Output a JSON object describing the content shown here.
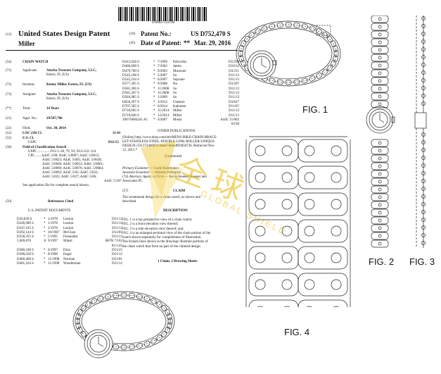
{
  "barcode_number": "US00D752470S",
  "header": {
    "code12": "(12)",
    "title": "United States Design Patent",
    "inventor_short": "Miller",
    "code10": "(10)",
    "patent_no_label": "Patent No.:",
    "patent_no": "US D752,470 S",
    "code45": "(45)",
    "date_label": "Date of Patent:",
    "date_mark": "**",
    "date": "Mar. 29, 2016"
  },
  "fields": [
    {
      "code": "(54)",
      "label": "",
      "value": "CHAIN WATCH"
    },
    {
      "code": "(71)",
      "label": "Applicant:",
      "value": "Atocha Treasure Company, LLC,",
      "value2": "Estero, FL (US)"
    },
    {
      "code": "(72)",
      "label": "Inventor:",
      "value": "Kenny Miller, Estero, FL (US)"
    },
    {
      "code": "(73)",
      "label": "Assignee:",
      "value": "Atocha Treasure Company, LLC,",
      "value2": "Estero, FL (US)"
    },
    {
      "code": "(**)",
      "label": "Term:",
      "value": "14 Years"
    },
    {
      "code": "(21)",
      "label": "Appl. No.:",
      "value": "29/507,706"
    },
    {
      "code": "(22)",
      "label": "Filed:",
      "value": "Oct. 30, 2014"
    }
  ],
  "classification": {
    "c51": "(51)",
    "loc_label": "LOC (10) Cl.",
    "loc_value": "11-01",
    "c52": "(52)",
    "uscl_label": "U.S. Cl.",
    "uspc_label": "USPC",
    "uspc_value": "D11/13",
    "c58": "(58)",
    "field_label": "Field of Classification Search",
    "lines": [
      "USPC ............. D11/1–26, 79, 93; D12/122–124",
      "CPC ...... A44C 5/00; A44C 5/0007; A44C 5/0015;",
      "A44C 5/0023; A44C 5/005; A44C 5/0038;",
      "A44C 5/0046; A44C 5/0053; A44C 5/0061;",
      "A44C 5/0069; A44C 5/0076; A44C 5/0084;",
      "A44C 5/0092; A44C 5/02; A44C 5/022;",
      "A44C 5/025; A44C 5/027; A44C 5/06;",
      "A44C 5/107"
    ],
    "see_note": "See application file for complete search history."
  },
  "references": {
    "code": "(56)",
    "title": "References Cited",
    "subtitle": "U.S. PATENT DOCUMENTS",
    "rows": [
      {
        "no": "D26,830 S",
        "mark": "*",
        "date": "1/1978",
        "name": "Lessini",
        "cls": "D11/12"
      },
      {
        "no": "D246,900 S",
        "mark": "*",
        "date": "1/1978",
        "name": "Lessini",
        "cls": "D11/12"
      },
      {
        "no": "D247,165 S",
        "mark": "*",
        "date": "2/1978",
        "name": "Lessini",
        "cls": "D11/12"
      },
      {
        "no": "D292,144 S",
        "mark": "*",
        "date": "10/1987",
        "name": "McClain",
        "cls": "D11/81"
      },
      {
        "no": "D358,355 S",
        "mark": "*",
        "date": "5/1995",
        "name": "Fernandez",
        "cls": "D11/13"
      },
      {
        "no": "5,669,876",
        "mark": "A",
        "date": "9/1997",
        "name": "Mlasd",
        "cls": "B67B 7/162"
      },
      {
        "no": "",
        "mark": "",
        "date": "",
        "name": "",
        "cls": "81/3.41"
      },
      {
        "no": "D380,168 S",
        "mark": "*",
        "date": "6/1997",
        "name": "Droz",
        "cls": "D11/25"
      },
      {
        "no": "D396,658 S",
        "mark": "*",
        "date": "8/1998",
        "name": "Engel",
        "cls": "D11/12"
      },
      {
        "no": "D400,468 S",
        "mark": "*",
        "date": "11/1998",
        "name": "Norman",
        "cls": "D11/81"
      },
      {
        "no": "D401,164 S",
        "mark": "*",
        "date": "11/1998",
        "name": "Wunderman",
        "cls": "D11/12"
      }
    ],
    "rows2": [
      {
        "no": "D412,058 S",
        "mark": "*",
        "date": "7/1999",
        "name": "Edworthy",
        "cls": "D5/298"
      },
      {
        "no": "D460,698 S",
        "mark": "*",
        "date": "7/2002",
        "name": "Jamin",
        "cls": "D10/32"
      },
      {
        "no": "D479,700 S",
        "mark": "*",
        "date": "9/2003",
        "name": "Macenier",
        "cls": "D3/211"
      },
      {
        "no": "D542,168 S",
        "mark": "*",
        "date": "5/2007",
        "name": "So",
        "cls": "D11/13"
      },
      {
        "no": "D545,234 S",
        "mark": "*",
        "date": "6/2007",
        "name": "Soprano",
        "cls": "D11/13"
      },
      {
        "no": "D577,305 S",
        "mark": "*",
        "date": "9/2008",
        "name": "Ha",
        "cls": "D3/207"
      },
      {
        "no": "D581,306 S",
        "mark": "*",
        "date": "11/2008",
        "name": "So",
        "cls": "D11/13"
      },
      {
        "no": "D581,307 S",
        "mark": "*",
        "date": "11/2008",
        "name": "So",
        "cls": "D11/13"
      },
      {
        "no": "D584,985 S",
        "mark": "*",
        "date": "1/2009",
        "name": "So",
        "cls": "D11/13"
      },
      {
        "no": "D656,297 S",
        "mark": "*",
        "date": "3/2012",
        "name": "Cheeton",
        "cls": "D3/627"
      },
      {
        "no": "D707,585 S",
        "mark": "*",
        "date": "6/2014",
        "name": "Kalomen",
        "cls": "D11/87"
      },
      {
        "no": "D718,005 S",
        "mark": "*",
        "date": "11/2014",
        "name": "Miller",
        "cls": "D11/13"
      },
      {
        "no": "D719,046 S",
        "mark": "*",
        "date": "12/2014",
        "name": "Miller",
        "cls": "D11/13"
      },
      {
        "no": "2007/0084241 A1",
        "mark": "*",
        "date": "4/2007",
        "name": "Mosia",
        "cls": "A44C 11/002"
      },
      {
        "no": "",
        "mark": "",
        "date": "",
        "name": "",
        "cls": "63/38"
      }
    ]
  },
  "other_pubs": {
    "title": "OTHER PUBLICATIONS",
    "lines": [
      "[Online] http://www.ebay.com/itm/MENS-BIKE-CHAIN-BRACE-",
      "LET-STAINLESS-STEEL-DOUBLE-LINK-ROLLER-UNIQUE-",
      "DESIGN-/331373466931?hash=item4f93858736. Retrieved Nov.",
      "12, 2015.*"
    ],
    "continued": "(Continued)"
  },
  "examiners": {
    "primary_label": "Primary Examiner",
    "primary": "— Garth Rademaker",
    "assistant_label": "Assistant Examiner",
    "assistant": "— Melanie Pellegrini",
    "attorney_code": "(74)",
    "attorney_label": "Attorney, Agent, or Firm",
    "attorney": "— Kevin Keener; Keener and",
    "attorney2": "Associates PC."
  },
  "claim": {
    "code": "(57)",
    "title": "CLAIM",
    "text1": "The ornamental design for a chain watch, as shown and",
    "text2": "described."
  },
  "description": {
    "title": "DESCRIPTION",
    "lines": [
      "FIG. 1 is a top perspective view of a chain watch;",
      "FIG. 2 is a front elevation view thereof;",
      "FIG. 3 is a side elevation view thereof; and,",
      "FIG. 4 is an enlarged sectional view of the chain portion of the",
      "watch shown separately for completeness of illustration.",
      "The broken lines shown in the drawings illustrate portions of",
      "the chain watch that form no part of the claimed design."
    ],
    "summary": "1 Claim, 3 Drawing Sheets"
  },
  "figures": {
    "fig1": "FIG. 1",
    "fig2": "FIG. 2",
    "fig3": "FIG. 3",
    "fig4": "FIG. 4"
  },
  "watermark": {
    "cn": "全球",
    "text": "GLOBAL SHIELD",
    "color": "#e8b800"
  }
}
